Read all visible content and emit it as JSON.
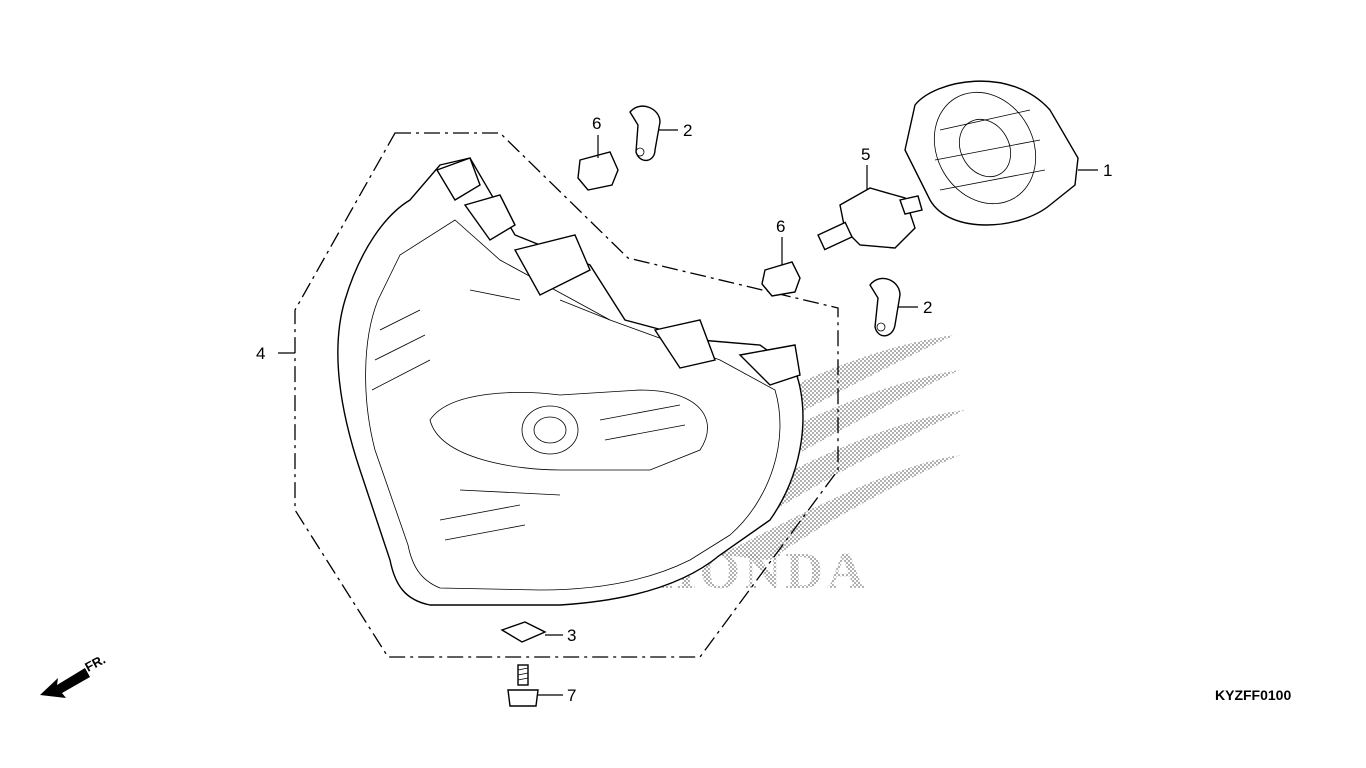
{
  "diagram": {
    "part_code": "KYZFF0100",
    "direction_label": "FR.",
    "watermark_text": "HONDA",
    "callouts": [
      {
        "id": "c1",
        "label": "1"
      },
      {
        "id": "c2a",
        "label": "2"
      },
      {
        "id": "c2b",
        "label": "2"
      },
      {
        "id": "c3",
        "label": "3"
      },
      {
        "id": "c4",
        "label": "4"
      },
      {
        "id": "c5",
        "label": "5"
      },
      {
        "id": "c6a",
        "label": "6"
      },
      {
        "id": "c6b",
        "label": "6"
      },
      {
        "id": "c7",
        "label": "7"
      }
    ]
  }
}
